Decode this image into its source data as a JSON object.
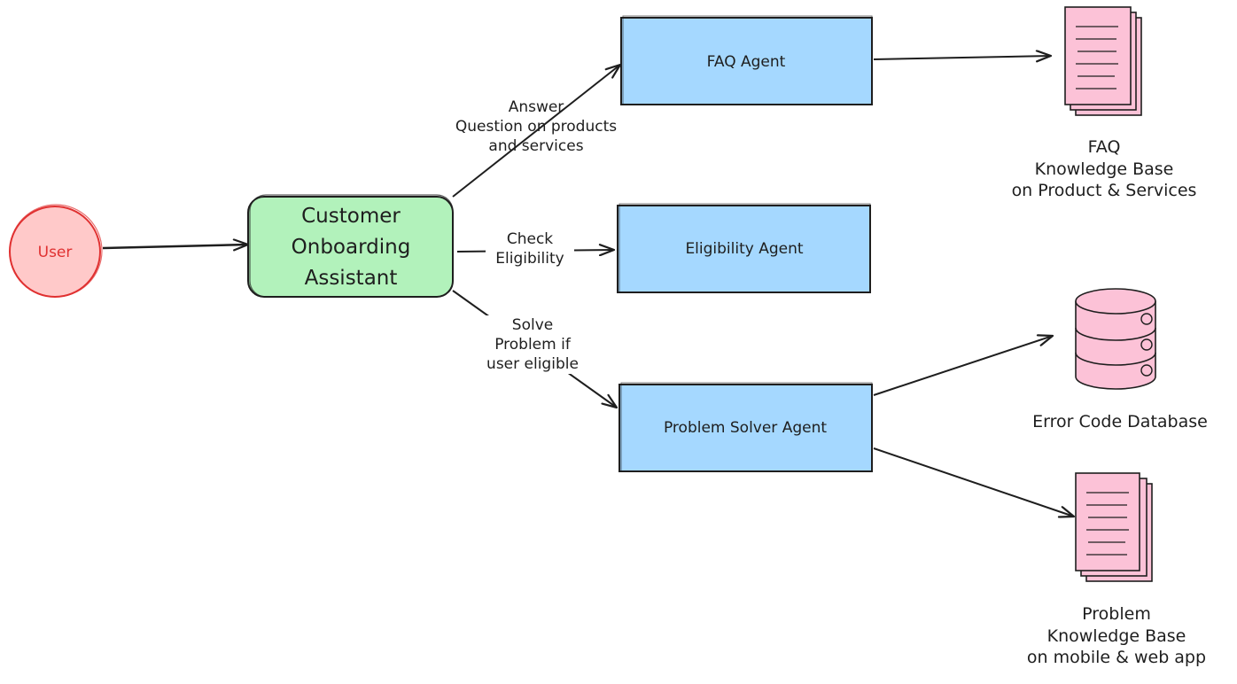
{
  "nodes": {
    "user": "User",
    "assistant": [
      "Customer",
      "Onboarding",
      "Assistant"
    ],
    "faq_agent": "FAQ Agent",
    "eligibility_agent": "Eligibility Agent",
    "problem_solver_agent": "Problem Solver Agent"
  },
  "edges": {
    "answer": "Answer\nQuestion on products\nand services",
    "check": "Check\nEligibility",
    "solve": "Solve\nProblem if\nuser eligible"
  },
  "resources": {
    "faq_kb": "FAQ\nKnowledge Base\non Product & Services",
    "error_db": "Error Code Database",
    "problem_kb": "Problem\nKnowledge Base\non mobile & web app"
  },
  "colors": {
    "stroke": "#1e1e1e",
    "user_fill": "#ffc9c9",
    "user_stroke": "#e03131",
    "assistant_fill": "#b2f2bb",
    "agent_fill": "#a5d8ff",
    "resource_fill": "#fcc2d7"
  }
}
